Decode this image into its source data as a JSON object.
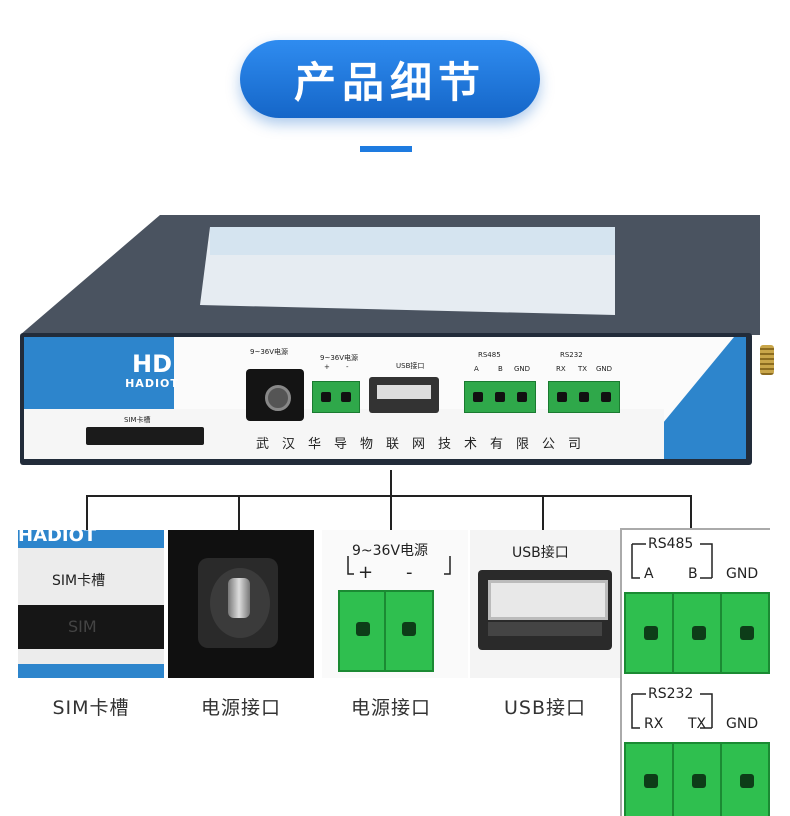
{
  "title": "产品细节",
  "device": {
    "logo_mark": "HD",
    "logo_text": "HADIOT",
    "sim_label": "SIM卡槽",
    "power_label": "9~36V电源",
    "power_label2": "9~36V电源",
    "power_plus": "+",
    "power_minus": "-",
    "usb_label": "USB接口",
    "rs485_label": "RS485",
    "rs485_pins": [
      "A",
      "B",
      "GND"
    ],
    "rs232_label": "RS232",
    "rs232_pins": [
      "RX",
      "TX",
      "GND"
    ],
    "company": "武汉华导物联网技术有限公司"
  },
  "details": {
    "sim_top_text": "HADIOT",
    "sim_label": "SIM卡槽",
    "sim_slot_text": "SIM",
    "power_label": "9~36V电源",
    "power_plus": "+",
    "power_minus": "-",
    "usb_label": "USB接口",
    "rs485_label": "RS485",
    "rs485_pins": [
      "A",
      "B",
      "GND"
    ],
    "rs232_label": "RS232",
    "rs232_pins": [
      "RX",
      "TX",
      "GND"
    ]
  },
  "captions": [
    "SIM卡槽",
    "电源接口",
    "电源接口",
    "USB接口"
  ],
  "colors": {
    "accent": "#1e7be0",
    "terminal_green": "#2fbf4f",
    "panel_blue": "#2d85cc"
  }
}
